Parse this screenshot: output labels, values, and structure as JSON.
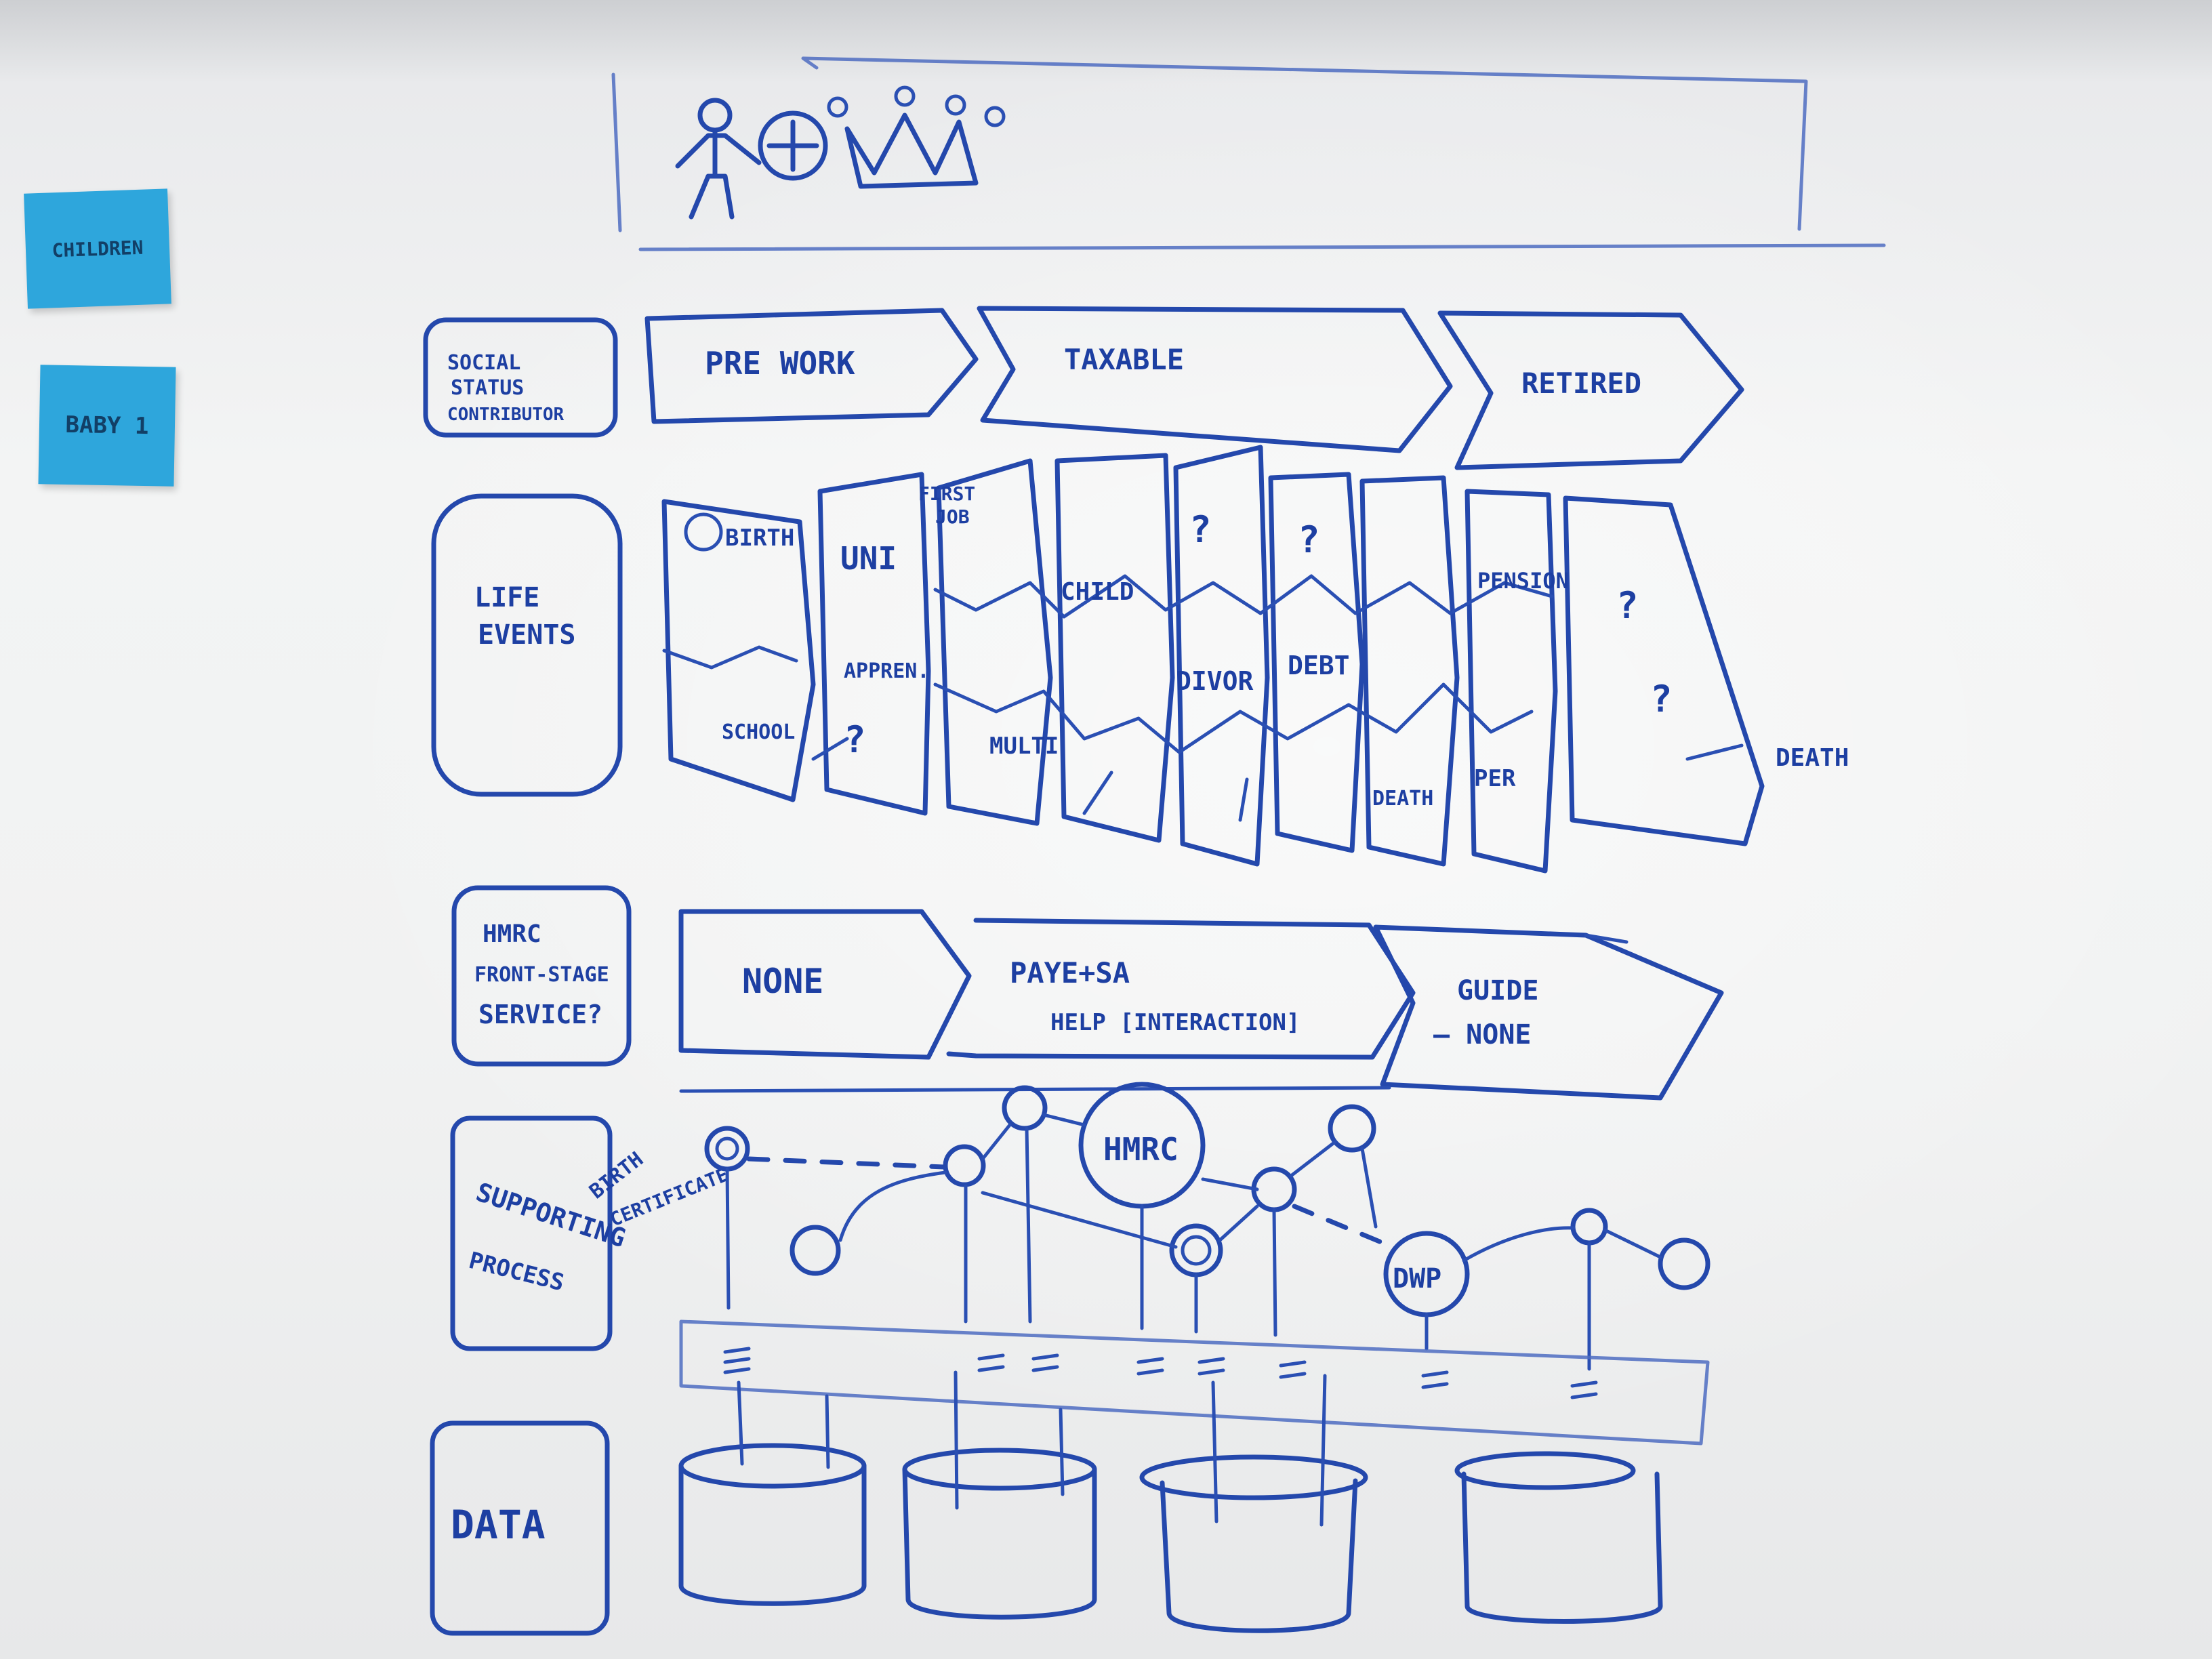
{
  "sticky_notes": [
    {
      "text": "CHILDREN"
    },
    {
      "text": "BABY 1"
    }
  ],
  "rows": {
    "social": {
      "label": [
        "SOCIAL",
        "STATUS",
        "CONTRIBUTOR"
      ],
      "stages": [
        "PRE WORK",
        "TAXABLE",
        "RETIRED"
      ]
    },
    "life_events": {
      "label": [
        "LIFE",
        "EVENTS"
      ],
      "events": {
        "birth": "BIRTH",
        "uni": "UNI",
        "first_job": [
          "FIRST",
          "JOB"
        ],
        "school": "SCHOOL",
        "appren": "APPREN.",
        "child": "CHILD",
        "multi": "MULTI",
        "divor": "DIVOR",
        "debt": "DEBT",
        "pension": "PENSION",
        "death_left": "DEATH",
        "per": "PER",
        "death_right": "DEATH",
        "unknown": "?"
      }
    },
    "hmrc": {
      "label": [
        "HMRC",
        "FRONT-STAGE",
        "SERVICE?"
      ],
      "stages": [
        [
          "NONE"
        ],
        [
          "PAYE+SA",
          "HELP [INTERACTION]"
        ],
        [
          "GUIDE",
          "— NONE"
        ]
      ]
    },
    "supporting": {
      "label": [
        "SUPPORTING",
        "PROCESS"
      ],
      "birth_certificate": [
        "BIRTH",
        "CERTIFICATE"
      ],
      "nodes": {
        "hmrc": "HMRC",
        "dwp": "DWP"
      }
    },
    "data": {
      "label": "DATA"
    }
  },
  "colors": {
    "ink": "#2448ac",
    "sticky": "#2ea6dc",
    "board": "#f2f3f3"
  }
}
